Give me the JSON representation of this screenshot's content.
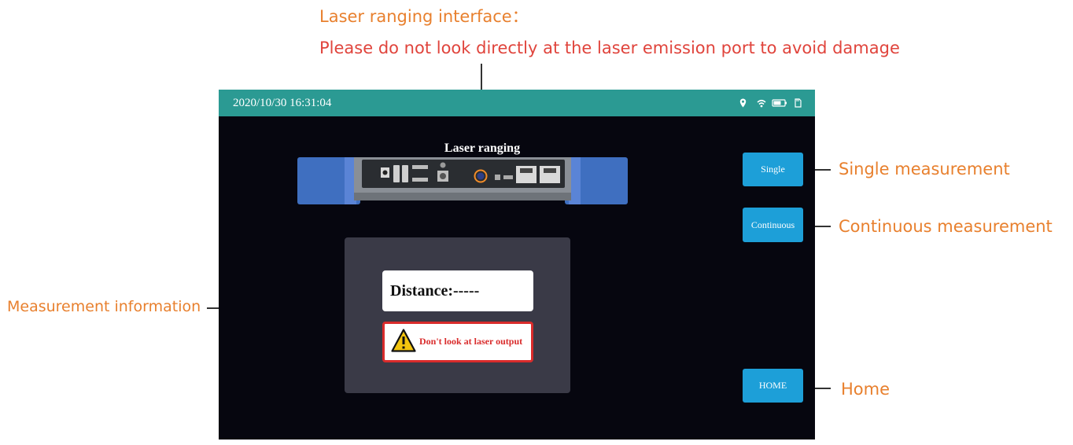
{
  "annotations": {
    "title": "Laser ranging interface：",
    "warning": "Please do not look directly at the laser emission port to avoid damage",
    "single": "Single measurement",
    "continuous": "Continuous measurement",
    "home": "Home",
    "info": "Measurement information"
  },
  "status_bar": {
    "datetime": "2020/10/30 16:31:04",
    "icons": [
      "location-icon",
      "wifi-icon",
      "battery-icon",
      "sd-card-icon"
    ]
  },
  "screen": {
    "title": "Laser ranging",
    "distance_label": "Distance:-----",
    "warning_label": "Don't look at laser output"
  },
  "buttons": {
    "single": "Single",
    "continuous": "Continuous",
    "home": "HOME"
  },
  "colors": {
    "status_bar": "#2b9a93",
    "button": "#1d9fd8",
    "annotation_orange": "#e8802e",
    "annotation_red": "#e0443c",
    "warning_red": "#d92b2b",
    "screen_bg": "#06060f",
    "panel_bg": "#3a3a47"
  }
}
